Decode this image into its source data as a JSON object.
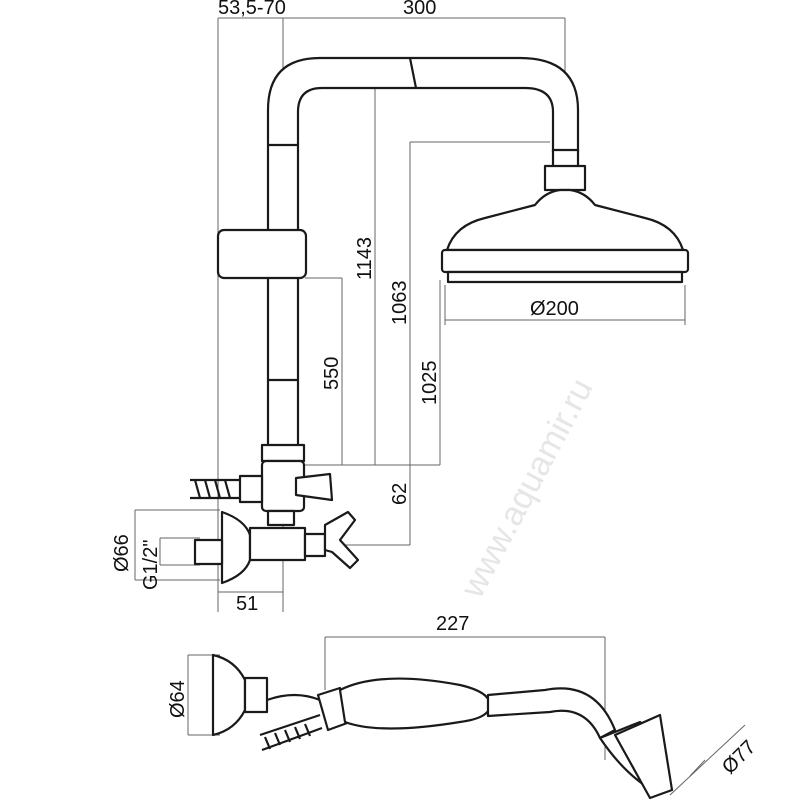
{
  "title": "Shower system technical drawing",
  "watermark": "www.aquamir.ru",
  "dimensions": {
    "wall_offset": "53,5-70",
    "arm_length": "300",
    "height_top": "1143",
    "height_head": "1063",
    "height_head_bottom": "1025",
    "slider_height": "550",
    "mixer_offset": "62",
    "head_diameter": "Ø200",
    "flange_diameter": "Ø66",
    "thread": "G1/2\"",
    "flange_depth": "51",
    "handshower_length": "227",
    "bracket_diameter": "Ø64",
    "handshower_head_diameter": "Ø77"
  }
}
